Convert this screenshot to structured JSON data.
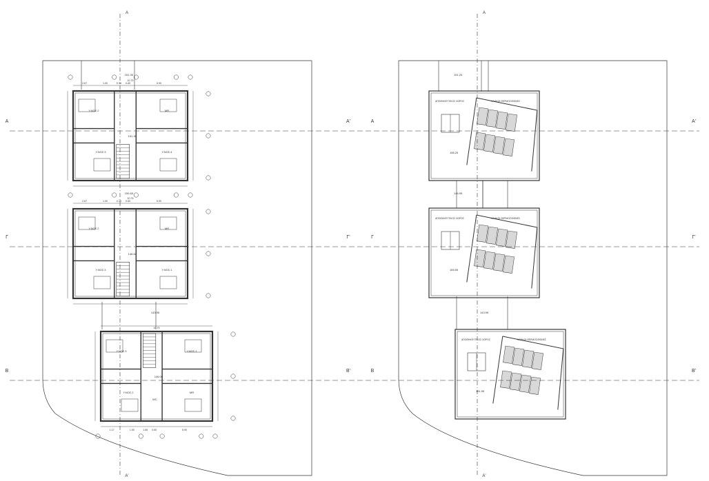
{
  "sections": {
    "a_top": "A",
    "a_bottom": "A'",
    "a_left": "A",
    "a_right": "A'",
    "g_left": "Γ",
    "g_right": "Γ'",
    "b_left": "B",
    "b_right": "B'"
  },
  "plans": [
    {
      "rooms": [
        "Υ.ΝΟΣ.2",
        "MR",
        "Υ.ΝΟΣ.3",
        "Υ.ΝΟΣ.4"
      ],
      "dims_top": [
        "2.67",
        "1.00",
        "0.38",
        "0.60",
        "5.90"
      ],
      "total": "10.75",
      "level_above": "151.35",
      "level_center": "151.30"
    },
    {
      "rooms": [
        "Υ.ΝΟΣ.2",
        "MR",
        "Υ.ΝΟΣ.3",
        "Υ.ΝΟΣ.1"
      ],
      "dims_top": [
        "2.67",
        "1.00",
        "0.38",
        "0.60",
        "5.90"
      ],
      "total": "10.75",
      "level_above": "150.65",
      "level_center": "148.62"
    },
    {
      "rooms": [
        "Υ.ΝΟΣ.3",
        "Υ.ΝΟΣ.1",
        "Υ.ΝΟΣ.2",
        "MR",
        "WC"
      ],
      "dims_bottom": [
        "1.17",
        "1.50",
        "1.65",
        "0.60",
        "5.90"
      ],
      "total": "10.75",
      "level_above": "143.95",
      "level_center": "146.00"
    }
  ],
  "roofs": [
    {
      "label_small": "ΗΛΙΑΚΟΙ ΘΕΡΜΟΣΙΦΩΝΕΣ",
      "label_tank": "ΑΠΟΘΗΚΕΥΤΙΚΟΣ ΧΩΡΟΣ",
      "level_above": "151.20",
      "level_center": "156.25"
    },
    {
      "label_small": "ΗΛΙΑΚΟΙ ΘΕΡΜΟΣΙΦΩΝΕΣ",
      "label_tank": "ΑΠΟΘΗΚΕΥΤΙΚΟΣ ΧΩΡΟΣ",
      "level_above": "146.95",
      "level_center": "155.55"
    },
    {
      "label_small": "ΗΛΙΑΚΟΙ ΘΕΡΜΟΣΙΦΩΝΕΣ",
      "label_tank": "ΑΠΟΘΗΚΕΥΤΙΚΟΣ ΧΩΡΟΣ",
      "level_above": "143.95",
      "level_center": "151.55"
    }
  ],
  "colors": {
    "ink": "#333333",
    "paper": "#ffffff",
    "panel": "#d8d8d8"
  }
}
